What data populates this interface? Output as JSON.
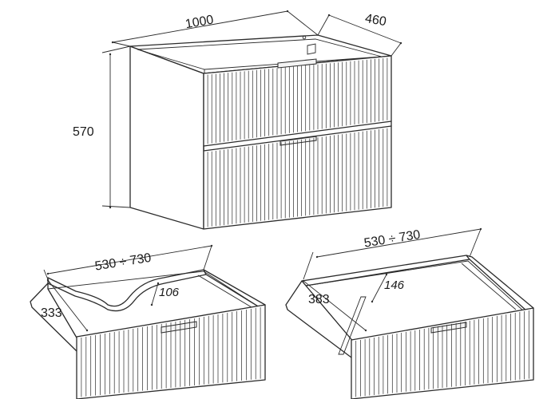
{
  "dimensions": {
    "cabinet_width": "1000",
    "cabinet_depth": "460",
    "cabinet_height": "570",
    "drawer_top_depth": "530 ÷ 730",
    "drawer_top_width": "333",
    "drawer_top_cutout": "106",
    "drawer_bottom_depth": "530 ÷ 730",
    "drawer_bottom_width": "383",
    "drawer_bottom_divider": "146"
  },
  "colors": {
    "line": "#2b2b2b",
    "background": "#ffffff"
  }
}
